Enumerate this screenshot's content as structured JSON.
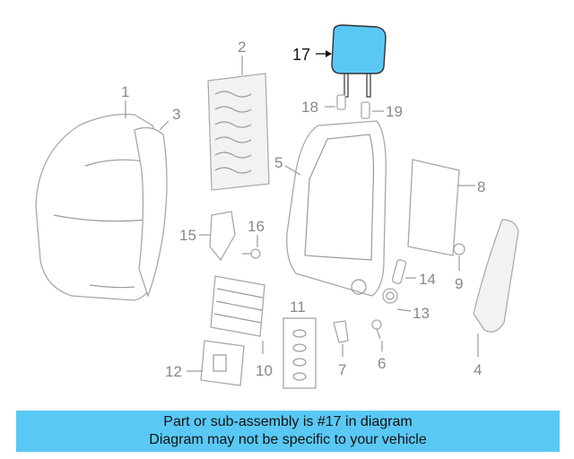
{
  "diagram": {
    "highlight_color": "#5ac8f5",
    "callouts": {
      "c1": "1",
      "c2": "2",
      "c3": "3",
      "c4": "4",
      "c5": "5",
      "c6": "6",
      "c7": "7",
      "c8": "8",
      "c9": "9",
      "c10": "10",
      "c11": "11",
      "c12": "12",
      "c13": "13",
      "c14": "14",
      "c15": "15",
      "c16": "16",
      "c17": "17",
      "c18": "18",
      "c19": "19"
    }
  },
  "banner": {
    "line1": "Part or sub-assembly is #17 in diagram",
    "line2": "Diagram may not be specific to your vehicle",
    "color": "#5ac8f5"
  }
}
